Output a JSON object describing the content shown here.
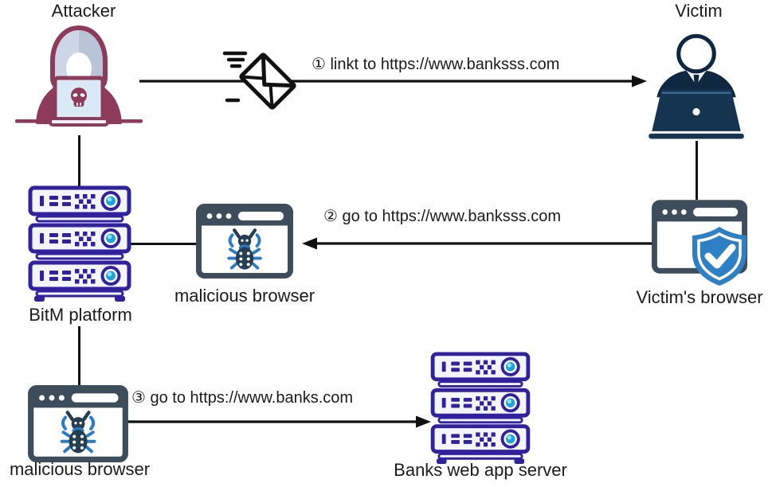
{
  "diagram": {
    "type": "attack-flow-diagram",
    "nodes": {
      "attacker": {
        "label": "Attacker"
      },
      "victim": {
        "label": "Victim"
      },
      "bitm_platform": {
        "label": "BitM platform"
      },
      "malicious_browser_mid": {
        "label": "malicious browser"
      },
      "victims_browser": {
        "label": "Victim's browser"
      },
      "malicious_browser_bottom": {
        "label": "malicious browser"
      },
      "banks_server": {
        "label": "Banks web app server"
      }
    },
    "edges": {
      "step1": {
        "label": "① linkt to https://www.banksss.com",
        "from": "attacker",
        "to": "victim"
      },
      "step2": {
        "label": "② go to https://www.banksss.com",
        "from": "victims_browser",
        "to": "malicious_browser_mid"
      },
      "step3": {
        "label": "③ go to https://www.banks.com",
        "from": "malicious_browser_bottom",
        "to": "banks_server"
      }
    },
    "colors": {
      "attacker_maroon": "#8e3a59",
      "victim_navy": "#0f2740",
      "server_indigo": "#31219e",
      "server_fill": "#f4f4fd",
      "browser_slate": "#3d4d5c",
      "bug_dark": "#263e52",
      "bug_blue": "#2d7bc4",
      "shield_blue": "#2e80c4",
      "button_cyan": "#21a3d8",
      "line_black": "#111111"
    }
  }
}
